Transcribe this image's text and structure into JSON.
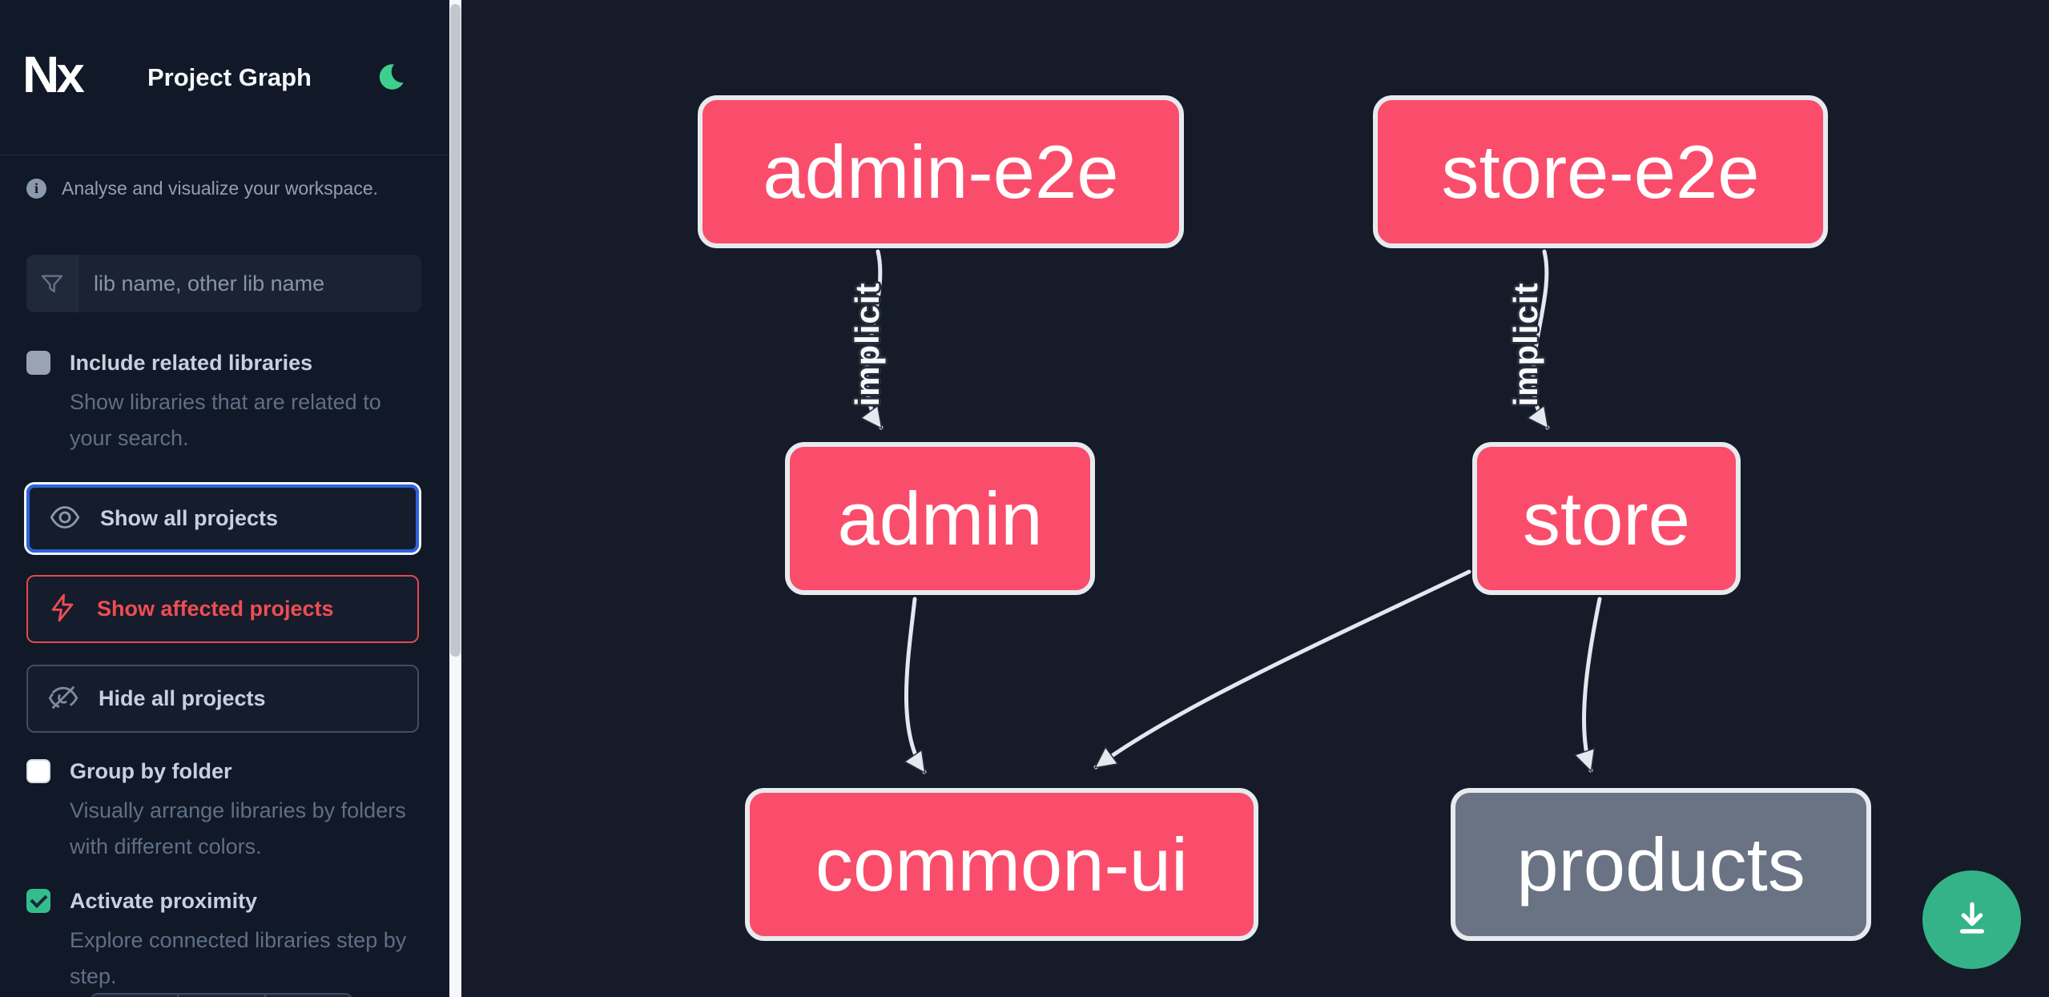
{
  "header": {
    "logo_text": "Nx",
    "title": "Project Graph",
    "theme_icon": "moon"
  },
  "sidebar": {
    "info_text": "Analyse and visualize your workspace.",
    "search": {
      "placeholder": "lib name, other lib name"
    },
    "toggles": [
      {
        "label": "Include related libraries",
        "description": "Show libraries that are related to your search.",
        "checked": false
      },
      {
        "label": "Group by folder",
        "description": "Visually arrange libraries by folders with different colors.",
        "checked": false
      },
      {
        "label": "Activate proximity",
        "description": "Explore connected libraries step by step.",
        "checked": true
      }
    ],
    "actions": [
      {
        "label": "Show all projects",
        "icon": "eye-icon",
        "state": "focused"
      },
      {
        "label": "Show affected projects",
        "icon": "bolt-icon",
        "state": "normal"
      },
      {
        "label": "Hide all projects",
        "icon": "eye-off-icon",
        "state": "normal"
      }
    ]
  },
  "graph": {
    "nodes": [
      {
        "id": "admin-e2e",
        "label": "admin-e2e",
        "color": "#fa4d6b"
      },
      {
        "id": "store-e2e",
        "label": "store-e2e",
        "color": "#fa4d6b"
      },
      {
        "id": "admin",
        "label": "admin",
        "color": "#fa4d6b"
      },
      {
        "id": "store",
        "label": "store",
        "color": "#fa4d6b"
      },
      {
        "id": "common-ui",
        "label": "common-ui",
        "color": "#fa4d6b"
      },
      {
        "id": "products",
        "label": "products",
        "color": "#6a7383"
      }
    ],
    "edges": [
      {
        "from": "admin-e2e",
        "to": "admin",
        "label": "implicit"
      },
      {
        "from": "store-e2e",
        "to": "store",
        "label": "implicit"
      },
      {
        "from": "admin",
        "to": "common-ui",
        "label": ""
      },
      {
        "from": "store",
        "to": "common-ui",
        "label": ""
      },
      {
        "from": "store",
        "to": "products",
        "label": ""
      }
    ]
  },
  "colors": {
    "node_pink": "#fa4d6b",
    "node_gray": "#6a7383",
    "node_border": "#e7eaef",
    "edge": "#e2e8f0",
    "focus_blue": "#2e63dd",
    "affected_red": "#e5484d",
    "check_green": "#34bd8c",
    "download_green": "#34b388",
    "sidebar_bg": "#111827",
    "canvas_bg": "#151b28"
  },
  "download": {
    "icon": "download-icon"
  }
}
